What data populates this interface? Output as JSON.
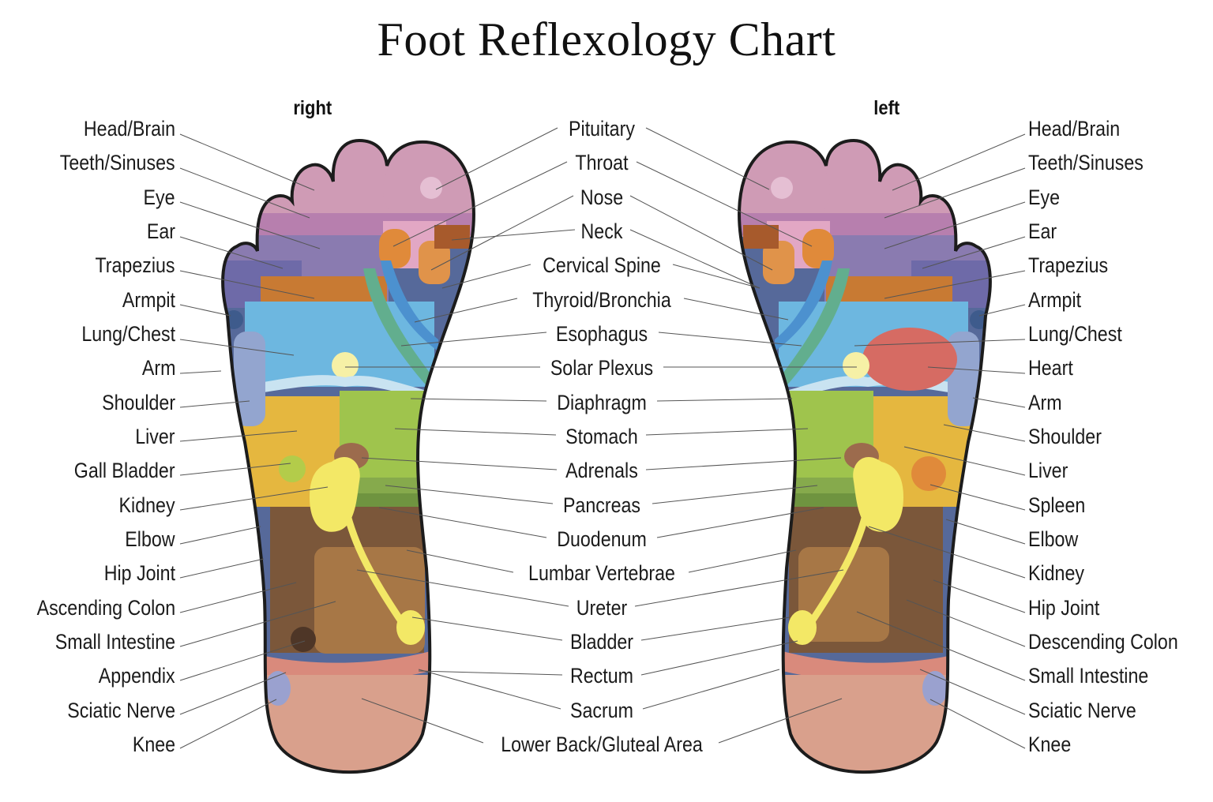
{
  "title": "Foot Reflexology Chart",
  "feet": {
    "right": {
      "label": "right"
    },
    "left": {
      "label": "left"
    }
  },
  "labels": {
    "right_foot_outer": [
      "Head/Brain",
      "Teeth/Sinuses",
      "Eye",
      "Ear",
      "Trapezius",
      "Armpit",
      "Lung/Chest",
      "Arm",
      "Shoulder",
      "Liver",
      "Gall Bladder",
      "Kidney",
      "Elbow",
      "Hip Joint",
      "Ascending Colon",
      "Small Intestine",
      "Appendix",
      "Sciatic Nerve",
      "Knee"
    ],
    "center_shared": [
      "Pituitary",
      "Throat",
      "Nose",
      "Neck",
      "Cervical Spine",
      "Thyroid/Bronchia",
      "Esophagus",
      "Solar Plexus",
      "Diaphragm",
      "Stomach",
      "Adrenals",
      "Pancreas",
      "Duodenum",
      "Lumbar Vertebrae",
      "Ureter",
      "Bladder",
      "Rectum",
      "Sacrum",
      "Lower Back/Gluteal Area"
    ],
    "left_foot_outer": [
      "Head/Brain",
      "Teeth/Sinuses",
      "Eye",
      "Ear",
      "Trapezius",
      "Armpit",
      "Lung/Chest",
      "Heart",
      "Arm",
      "Shoulder",
      "Liver",
      "Spleen",
      "Elbow",
      "Kidney",
      "Hip Joint",
      "Descending Colon",
      "Small Intestine",
      "Sciatic Nerve",
      "Knee"
    ]
  },
  "colors": {
    "toe_pink": "#cf9bb5",
    "toe_band": "#b77fae",
    "toe_base_purple": "#8a7bb0",
    "outer_edge_blue": "#56699a",
    "arm_strip": "#93a5cf",
    "neck_orange": "#c87a33",
    "lung_blue": "#6db7e0",
    "diaphragm": "#c9e3f1",
    "solar_plexus": "#f6f0a6",
    "liver_yellow": "#e5b73f",
    "stomach_green": "#9fc44d",
    "pancreas_green": "#7ea44a",
    "kidney_yellow": "#f3e866",
    "adrenal_brown": "#9c6b4d",
    "colon_brown": "#7b573a",
    "small_intestine": "#a77746",
    "rectum_band": "#d98a7c",
    "heel": "#d9a08c",
    "heart_red": "#d66b63",
    "spleen_orange": "#e08a3a",
    "gallbladder_green": "#b3cc4a",
    "outline": "#1c1c1c"
  }
}
